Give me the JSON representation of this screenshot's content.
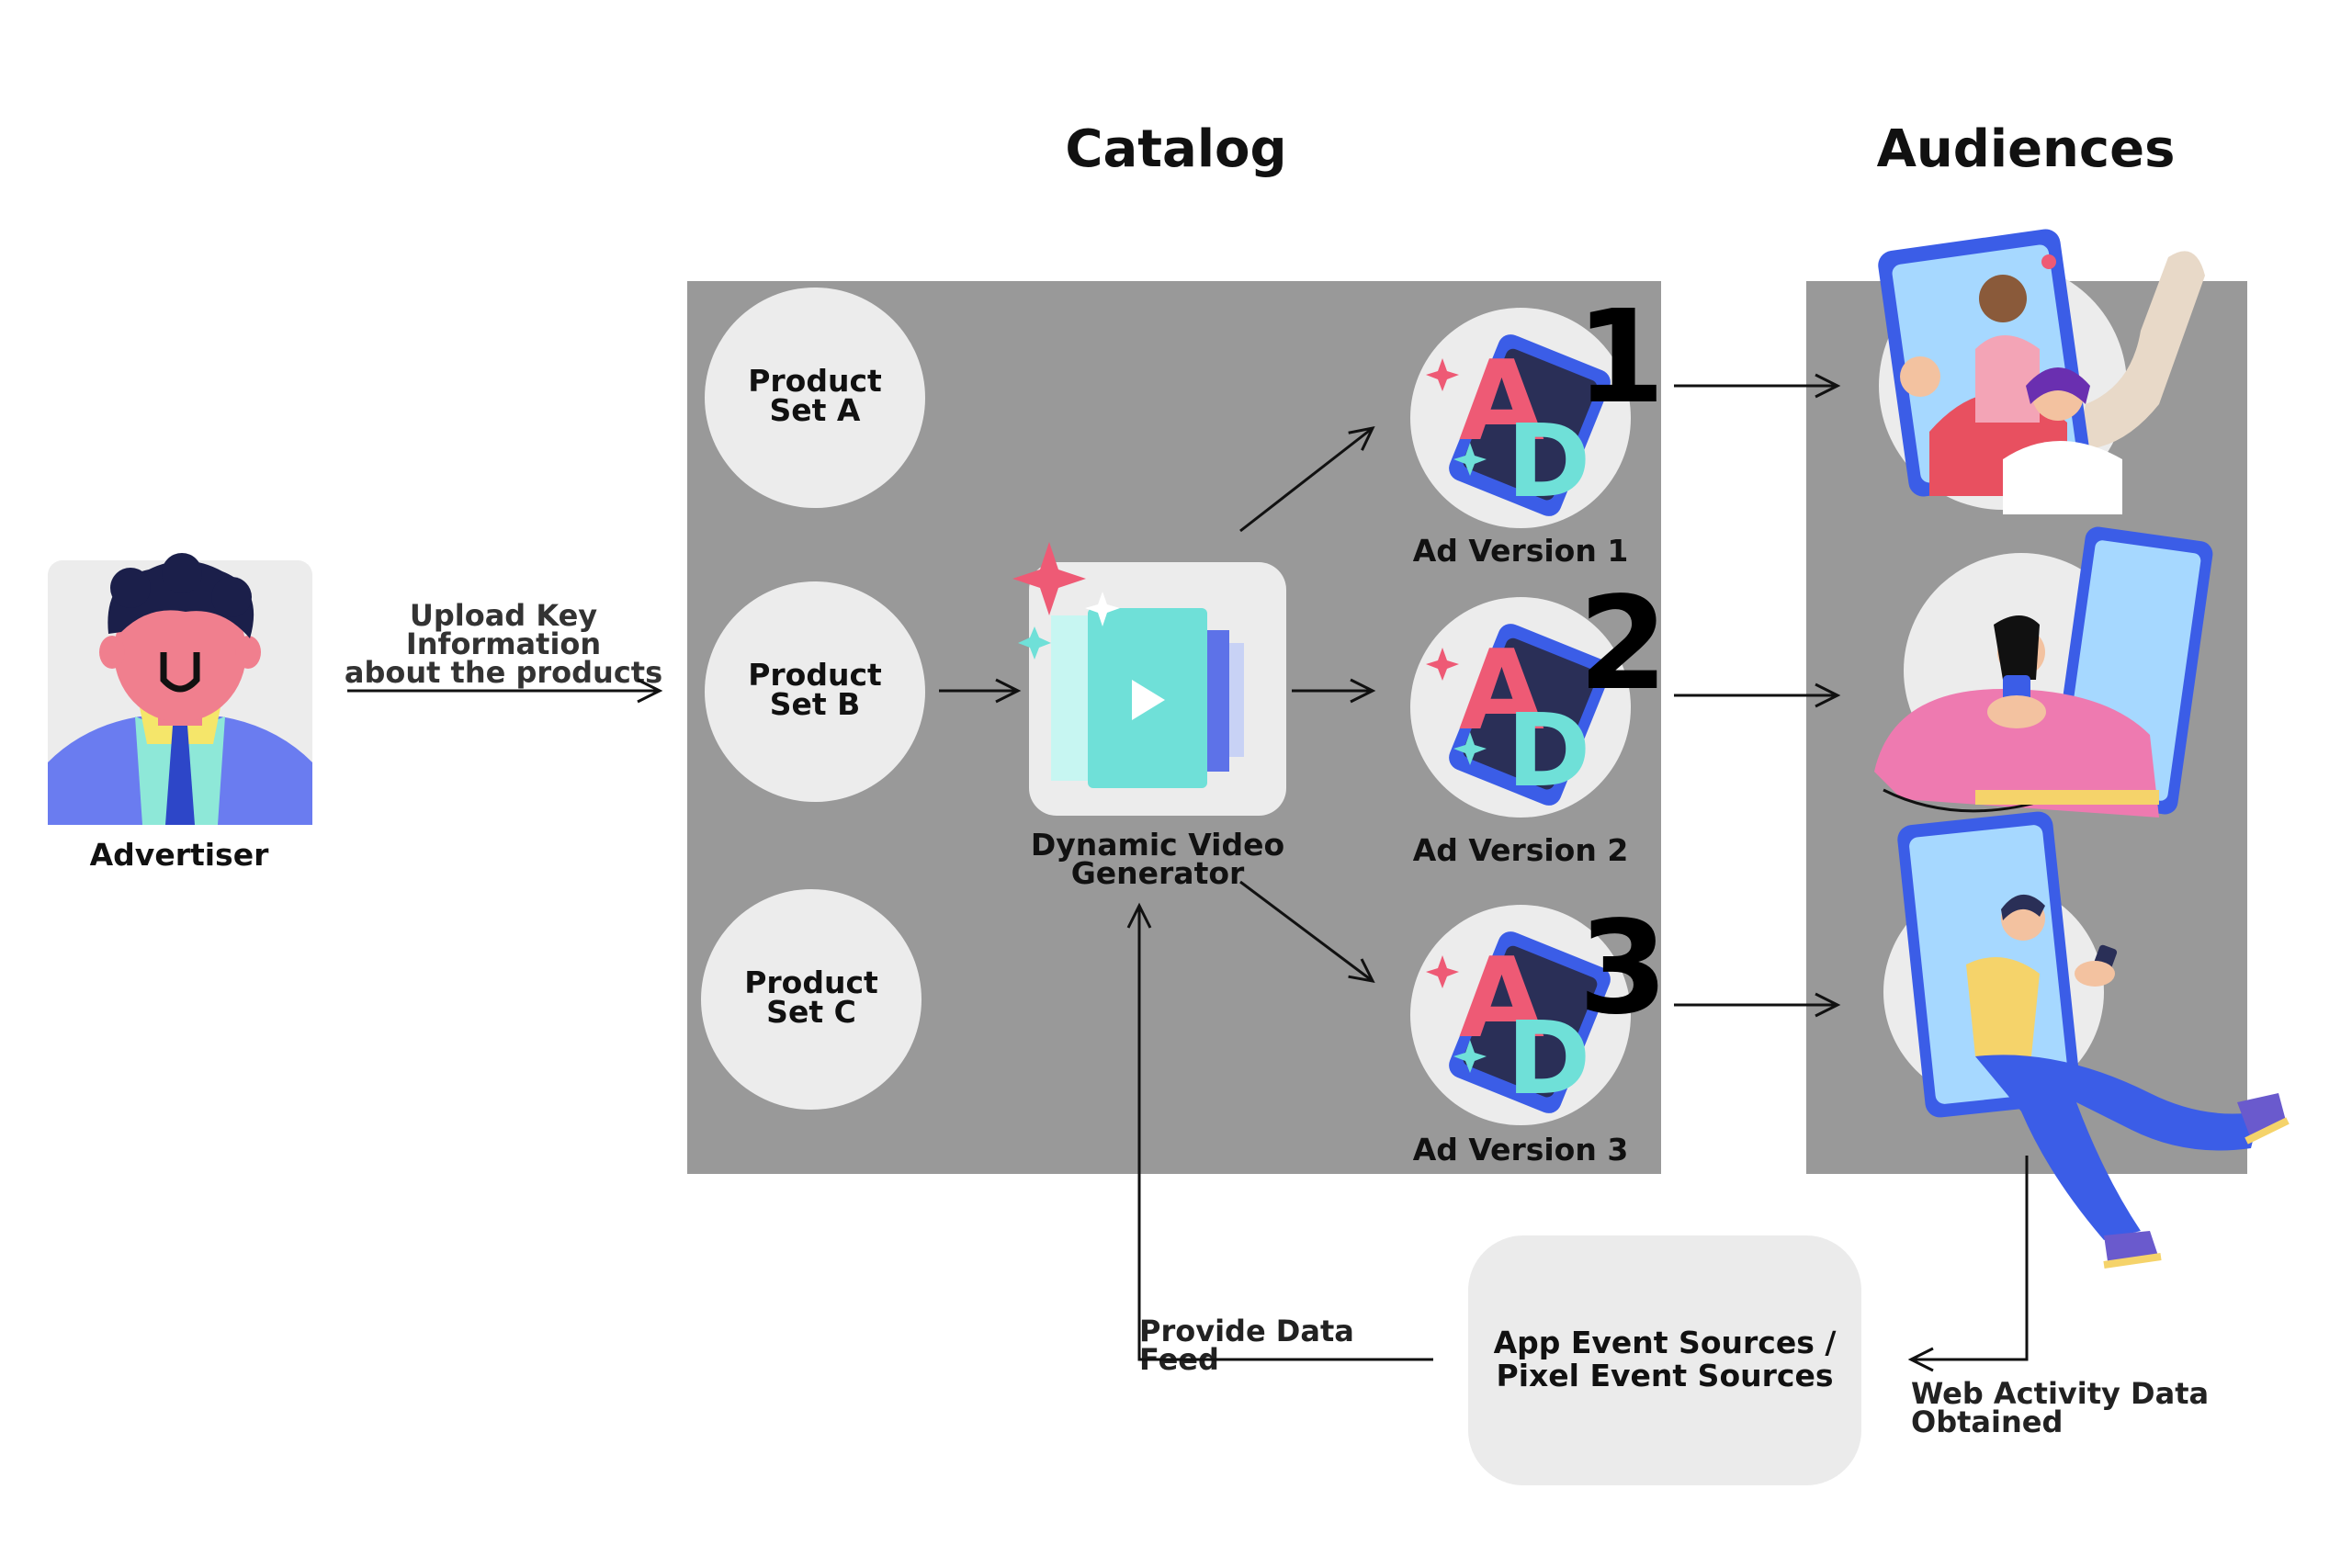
{
  "headings": {
    "catalog": "Catalog",
    "audiences": "Audiences"
  },
  "advertiser": {
    "label": "Advertiser"
  },
  "upload_label": "Upload Key Information\nabout the products",
  "product_sets": [
    "Product\nSet A",
    "Product\nSet B",
    "Product\nSet C"
  ],
  "generator": {
    "label": "Dynamic Video\nGenerator"
  },
  "ad_versions": [
    {
      "number": "1",
      "label": "Ad Version 1"
    },
    {
      "number": "2",
      "label": "Ad Version 2"
    },
    {
      "number": "3",
      "label": "Ad Version 3"
    }
  ],
  "event_sources": {
    "label": "App Event Sources /\nPixel Event Sources"
  },
  "provide_feed_label": "Provide Data Feed",
  "web_activity_label": "Web Activity Data Obtained",
  "colors": {
    "panel": "#999999",
    "circle": "#ececec",
    "accent_teal": "#6fe0d8",
    "accent_blue": "#3b5de7",
    "accent_pink": "#f06b8a"
  }
}
